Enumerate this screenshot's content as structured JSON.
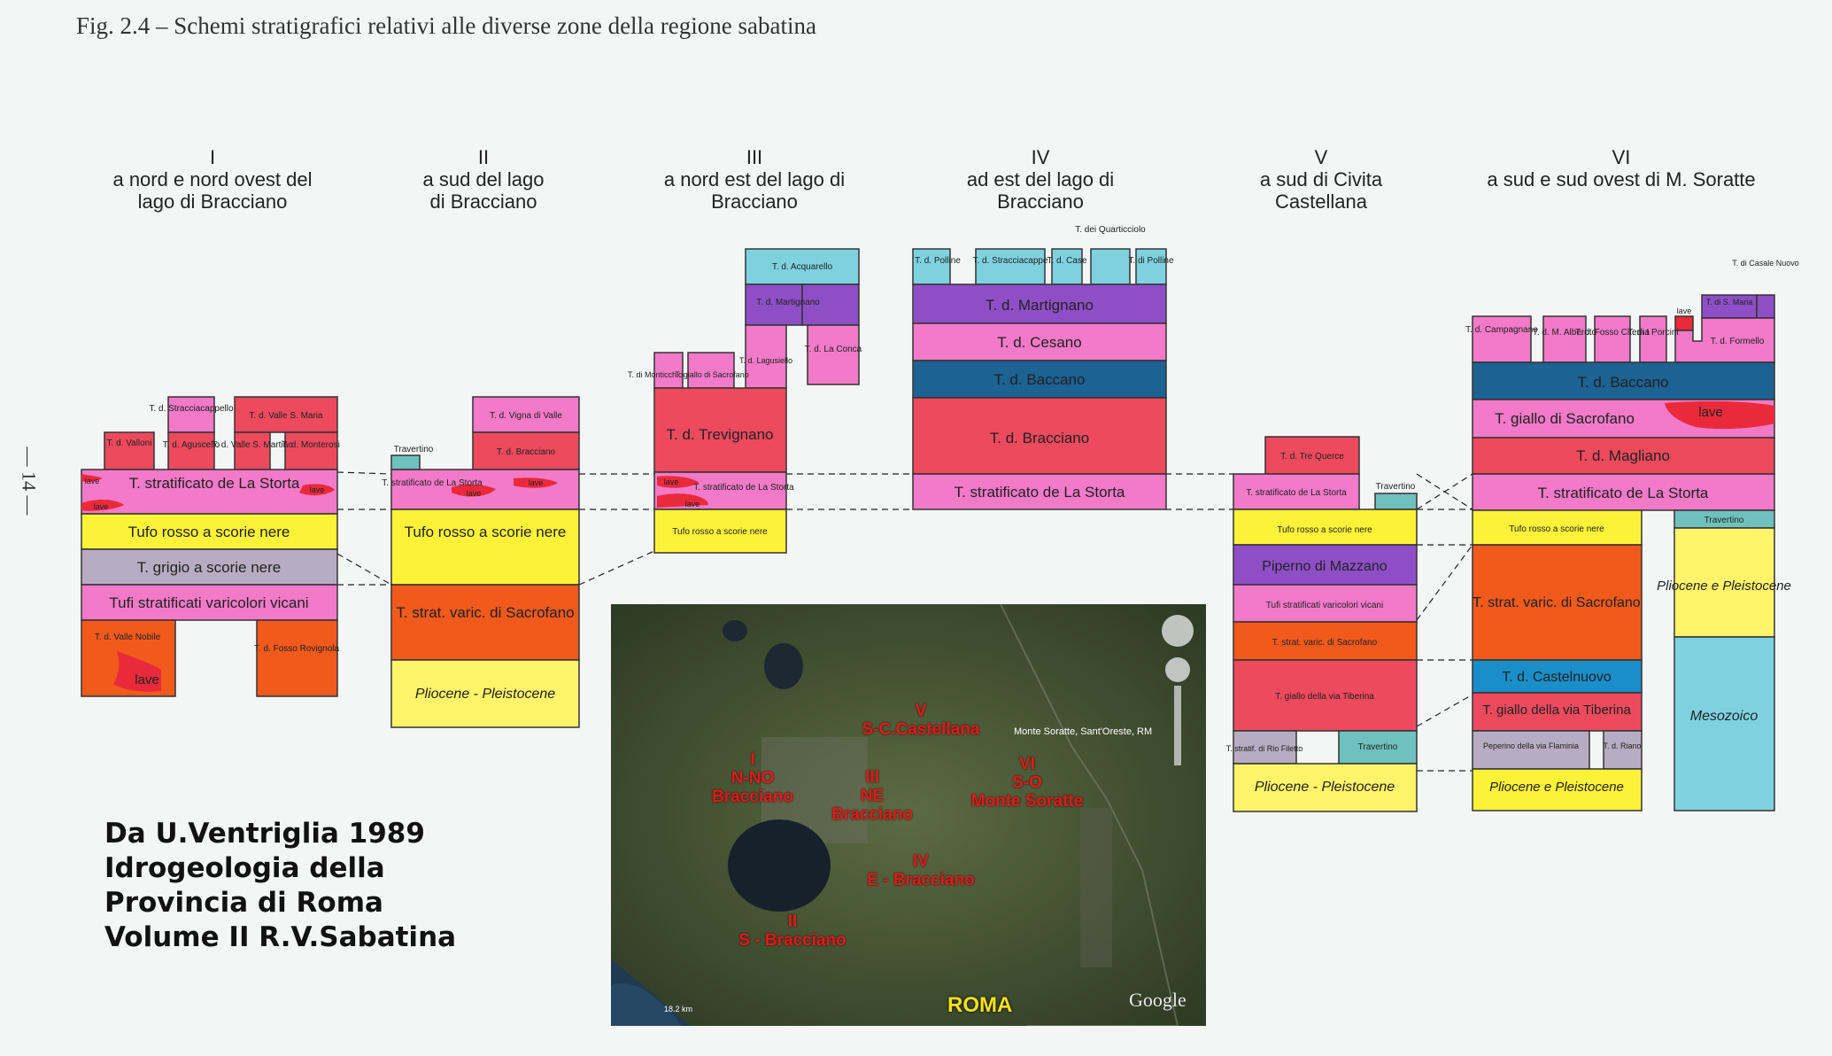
{
  "caption": "Fig. 2.4 – Schemi stratigrafici relativi alle diverse zone della regione sabatina",
  "page_number": "— 14 —",
  "columns": [
    {
      "numeral": "I",
      "title": "a nord e nord ovest del lago di Bracciano"
    },
    {
      "numeral": "II",
      "title": "a sud del lago di Bracciano"
    },
    {
      "numeral": "III",
      "title": "a nord est del lago di Bracciano"
    },
    {
      "numeral": "IV",
      "title": "ad est del lago di Bracciano"
    },
    {
      "numeral": "V",
      "title": "a sud di Civita Castellana"
    },
    {
      "numeral": "VI",
      "title": "a sud e sud ovest di M. Soratte"
    }
  ],
  "source_note": [
    "Da U.Ventriglia 1989",
    "Idrogeologia della",
    "Provincia di Roma",
    "Volume II R.V.Sabatina"
  ],
  "map": {
    "labels": [
      {
        "id": "I",
        "text": "I\nN-NO\nBracciano"
      },
      {
        "id": "II",
        "text": "II\nS - Bracciano"
      },
      {
        "id": "III",
        "text": "III\nNE\nBracciano"
      },
      {
        "id": "IV",
        "text": "IV\nE - Bracciano"
      },
      {
        "id": "V",
        "text": "V\nS-C.Castellana"
      },
      {
        "id": "VI",
        "text": "VI\nS-O\nMonte Soratte"
      }
    ],
    "place_label": "Monte Soratte, Sant'Oreste, RM",
    "city_label": "ROMA",
    "watermark": "Google",
    "scale": "18.2 km"
  },
  "colors": {
    "pink": "#f27ac8",
    "red": "#ee4a5e",
    "red_dark": "#ea2a3a",
    "orange": "#f25a1c",
    "yellow": "#fcf238",
    "gray": "#b7acc2",
    "purple": "#8e4fc6",
    "blue": "#1c6292",
    "light_blue": "#7ed2e0",
    "teal": "#6fc1bf",
    "pale_yellow": "#fff46a"
  },
  "legend_labels": {
    "c1": [
      "T. d. Valloni",
      "T. d. Stracciacappello",
      "T. d. Aguscello",
      "T. d. Valle S. Maria",
      "T. d. Valle S. Martino",
      "T. d. Monterosi",
      "lave",
      "T. stratificato de La Storta",
      "lave",
      "lave",
      "Tufo rosso a scorie nere",
      "T. grigio a scorie nere",
      "Tufi stratificati varicolori vicani",
      "T. d. Valle Nobile",
      "lave",
      "T. d. Fosso Rovignola"
    ],
    "c2": [
      "T. d. Vigna di Valle",
      "T. d. Bracciano",
      "Travertino",
      "T. stratificato de La Storta",
      "lave",
      "lave",
      "Tufo rosso a scorie nere",
      "T. strat. varic. di Sacrofano",
      "Pliocene - Pleistocene"
    ],
    "c3": [
      "T. d. Acquarello",
      "T. d. Martignano",
      "T. d. La Conca",
      "T. di Monticchio",
      "T. giallo di Sacrofano",
      "T. d. Lagusiello",
      "T. d. Trevignano",
      "lave",
      "T. stratificato de La Storta",
      "lave",
      "Tufo rosso a scorie nere"
    ],
    "c4": [
      "T. d. Polline",
      "T. d. Stracciacappe",
      "T. d. Case",
      "T. dei Quarticciolo",
      "T. di Polline",
      "T. d. Martignano",
      "T. d. Cesano",
      "T. d. Baccano",
      "T. d. Bracciano",
      "T. stratificato de La Storta"
    ],
    "c5": [
      "T. d. Tre Querce",
      "T. stratificato de La Storta",
      "Travertino",
      "Tufo rosso a scorie nere",
      "Piperno di Mazzano",
      "Tufi stratificati varicolori vicani",
      "T. strat. varic. di Sacrofano",
      "T. giallo della via Tiberina",
      "T. stratif. di Rio Filetto",
      "Travertino",
      "Pliocene - Pleistocene"
    ],
    "c6": [
      "T. d. Campagnano",
      "T. d. M. Alberoto",
      "T. d. Fosso Citerna",
      "T. di I Porcini",
      "lave",
      "T. di S. Maria",
      "T. di Casale Nuovo",
      "T. d. Formello",
      "T. d. Baccano",
      "T. giallo di Sacrofano",
      "lave",
      "T. d. Magliano",
      "T. stratificato de La Storta",
      "Tufo rosso a scorie nere",
      "Travertino",
      "T. strat. varic. di Sacrofano",
      "Pliocene e Pleistocene",
      "T. d. Castelnuovo",
      "T. giallo della via Tiberina",
      "Peperino della via Flaminia",
      "T. d. Riano",
      "Mesozoico",
      "Pliocene e Pleistocene"
    ]
  }
}
